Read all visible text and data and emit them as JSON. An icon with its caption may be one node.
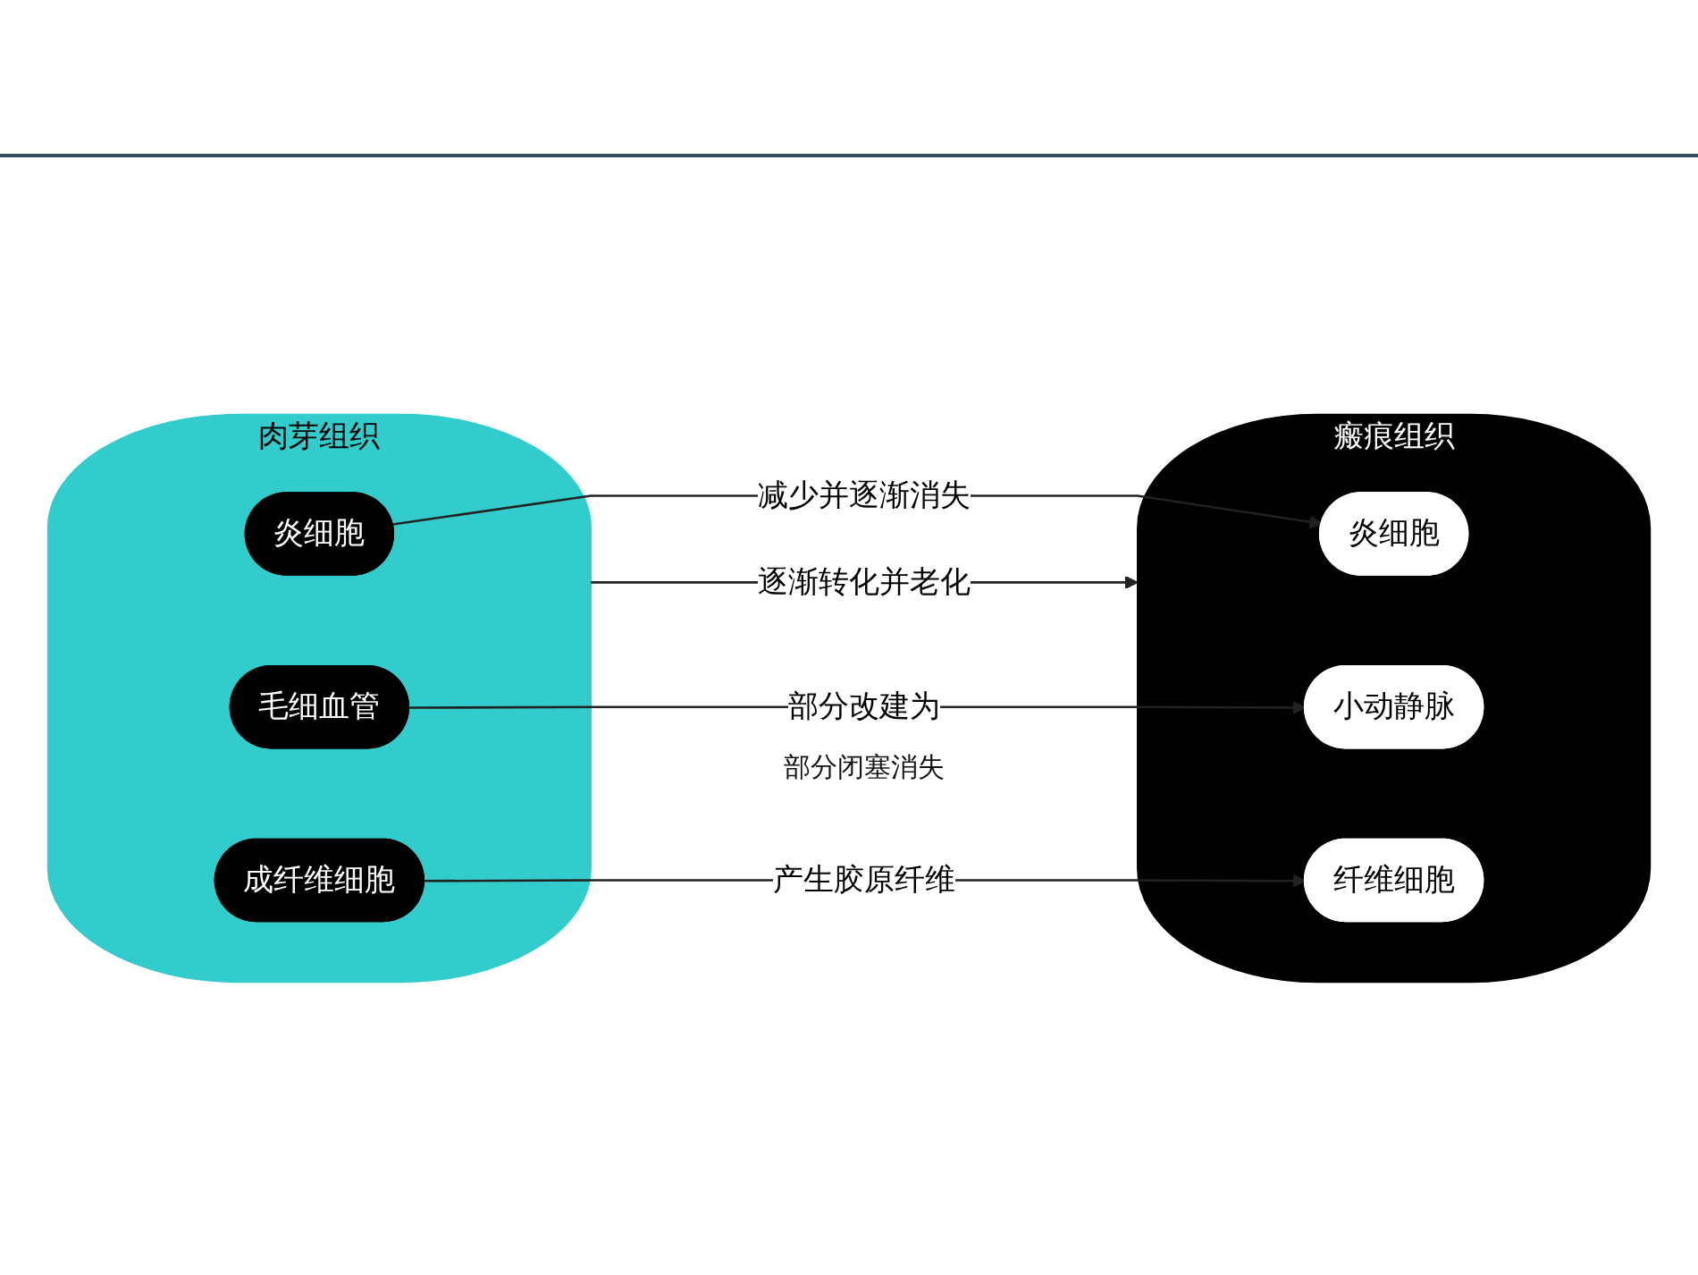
{
  "diagram": {
    "nodes": [
      {
        "text": [
          "肉芽组织"
        ]
      },
      {
        "text": [
          "炎细胞"
        ],
        "in": 0
      },
      {
        "text": [
          "毛细血管"
        ],
        "in": 0
      },
      {
        "text": [
          "成纤维细胞"
        ],
        "in": 0
      },
      {
        "text": [
          "瘢痕组织"
        ]
      },
      {
        "text": [
          "炎细胞"
        ],
        "in": 4
      },
      {
        "text": [
          "小动静脉"
        ],
        "in": 4
      },
      {
        "text": [
          "纤维细胞"
        ],
        "in": 4
      }
    ],
    "edges": [
      {
        "from": 1,
        "to": 5,
        "arrow": "to",
        "label": "减少并逐渐消失"
      },
      {
        "from": 2,
        "to": 6,
        "arrow": "to",
        "label": "部分改建为"
      },
      {
        "from": 3,
        "to": 7,
        "arrow": "to",
        "label": "产生胶原纤维"
      },
      {
        "from": 0,
        "to": 4,
        "arrow": "to",
        "label": "逐渐转化并老化"
      }
    ],
    "labels": [
      "部分闭塞消失"
    ]
  }
}
